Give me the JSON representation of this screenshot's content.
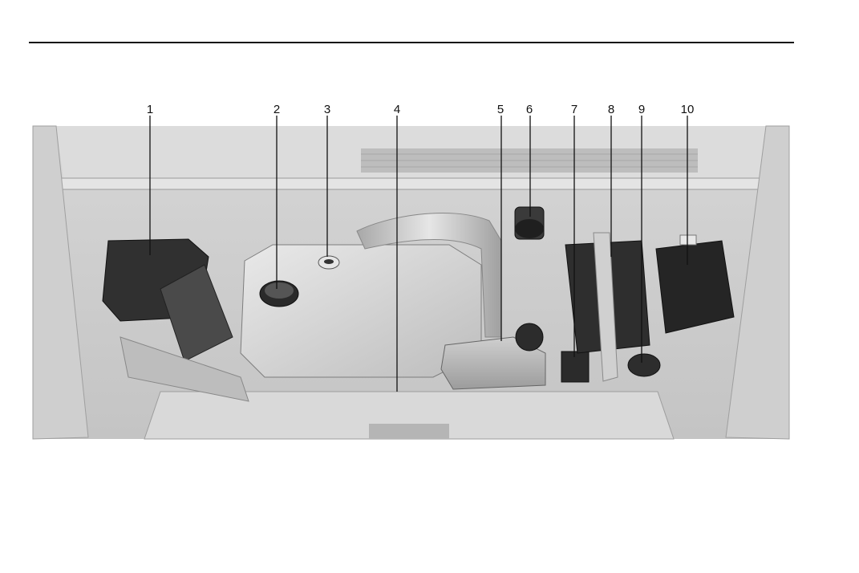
{
  "figure": {
    "description_hidden": "",
    "callouts": [
      {
        "label": "1"
      },
      {
        "label": "2"
      },
      {
        "label": "3"
      },
      {
        "label": "4"
      },
      {
        "label": "5"
      },
      {
        "label": "6"
      },
      {
        "label": "7"
      },
      {
        "label": "8"
      },
      {
        "label": "9"
      },
      {
        "label": "10"
      }
    ]
  }
}
